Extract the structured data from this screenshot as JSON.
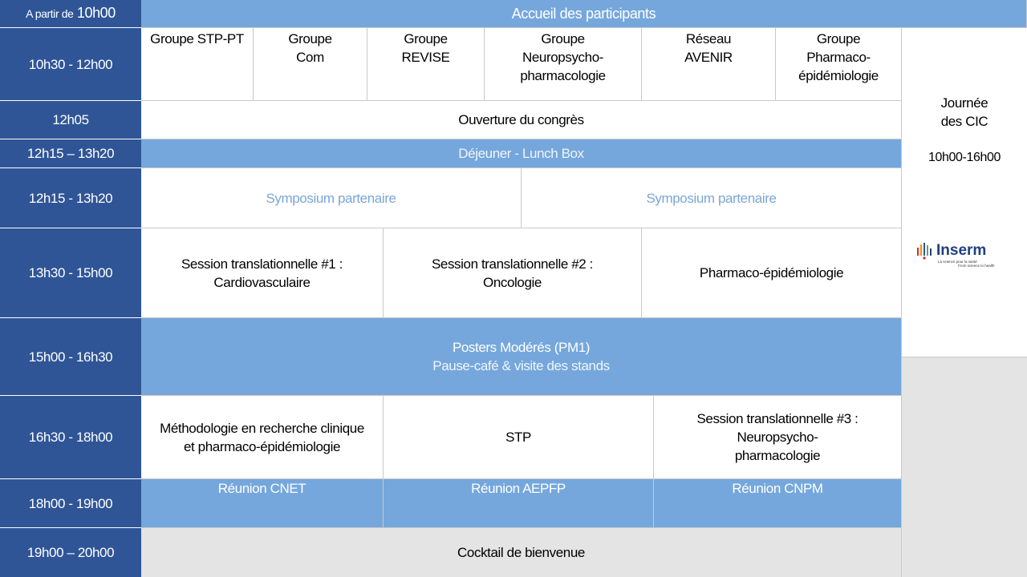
{
  "schedule": {
    "r0": {
      "time_prefix": "A partir de",
      "time_main": "10h00",
      "event": "Accueil des participants"
    },
    "r1": {
      "time": "10h30 - 12h00",
      "groups": [
        {
          "l1": "Groupe STP-PT",
          "l2": "",
          "l3": ""
        },
        {
          "l1": "Groupe",
          "l2": "Com",
          "l3": ""
        },
        {
          "l1": "Groupe",
          "l2": "REVISE",
          "l3": ""
        },
        {
          "l1": "Groupe",
          "l2": "Neuropsycho-",
          "l3": "pharmacologie"
        },
        {
          "l1": "Réseau",
          "l2": "AVENIR",
          "l3": ""
        },
        {
          "l1": "Groupe",
          "l2": "Pharmaco-",
          "l3": "épidémiologie"
        }
      ]
    },
    "r2": {
      "time": "12h05",
      "event": "Ouverture du congrès"
    },
    "r3": {
      "time": "12h15 – 13h20",
      "event": "Déjeuner - Lunch Box"
    },
    "r4": {
      "time": "12h15 - 13h20",
      "left": "Symposium partenaire",
      "right": "Symposium partenaire"
    },
    "r5": {
      "time": "13h30 - 15h00",
      "s1_l1": "Session translationnelle #1 :",
      "s1_l2": "Cardiovasculaire",
      "s2_l1": "Session translationnelle #2 :",
      "s2_l2": "Oncologie",
      "s3": "Pharmaco-épidémiologie"
    },
    "r6": {
      "time": "15h00 - 16h30",
      "title": "Posters Modérés (PM1)",
      "subtitle": "Pause-café & visite des stands"
    },
    "r7": {
      "time": "16h30 - 18h00",
      "m_l1": "Méthodologie en recherche clinique",
      "m_l2": "et pharmaco-épidémiologie",
      "stp": "STP",
      "s3_l1": "Session translationnelle #3 :",
      "s3_l2": "Neuropsycho-",
      "s3_l3": "pharmacologie"
    },
    "r8": {
      "time": "18h00 - 19h00",
      "m1": "Réunion CNET",
      "m2": "Réunion AEPFP",
      "m3": "Réunion CNPM"
    },
    "r9": {
      "time": "19h00 – 20h00",
      "event": "Cocktail de bienvenue"
    }
  },
  "side": {
    "l1": "Journée",
    "l2": "des CIC",
    "hours": "10h00-16h00"
  },
  "logo": {
    "word": "Inserm",
    "tag1": "La science pour la santé",
    "tag2": "From science to health"
  },
  "colors": {
    "time_col": "#2f5597",
    "band": "#75a7dc",
    "symposium": "#7aa6d6",
    "cocktail": "#e5e4e4"
  }
}
